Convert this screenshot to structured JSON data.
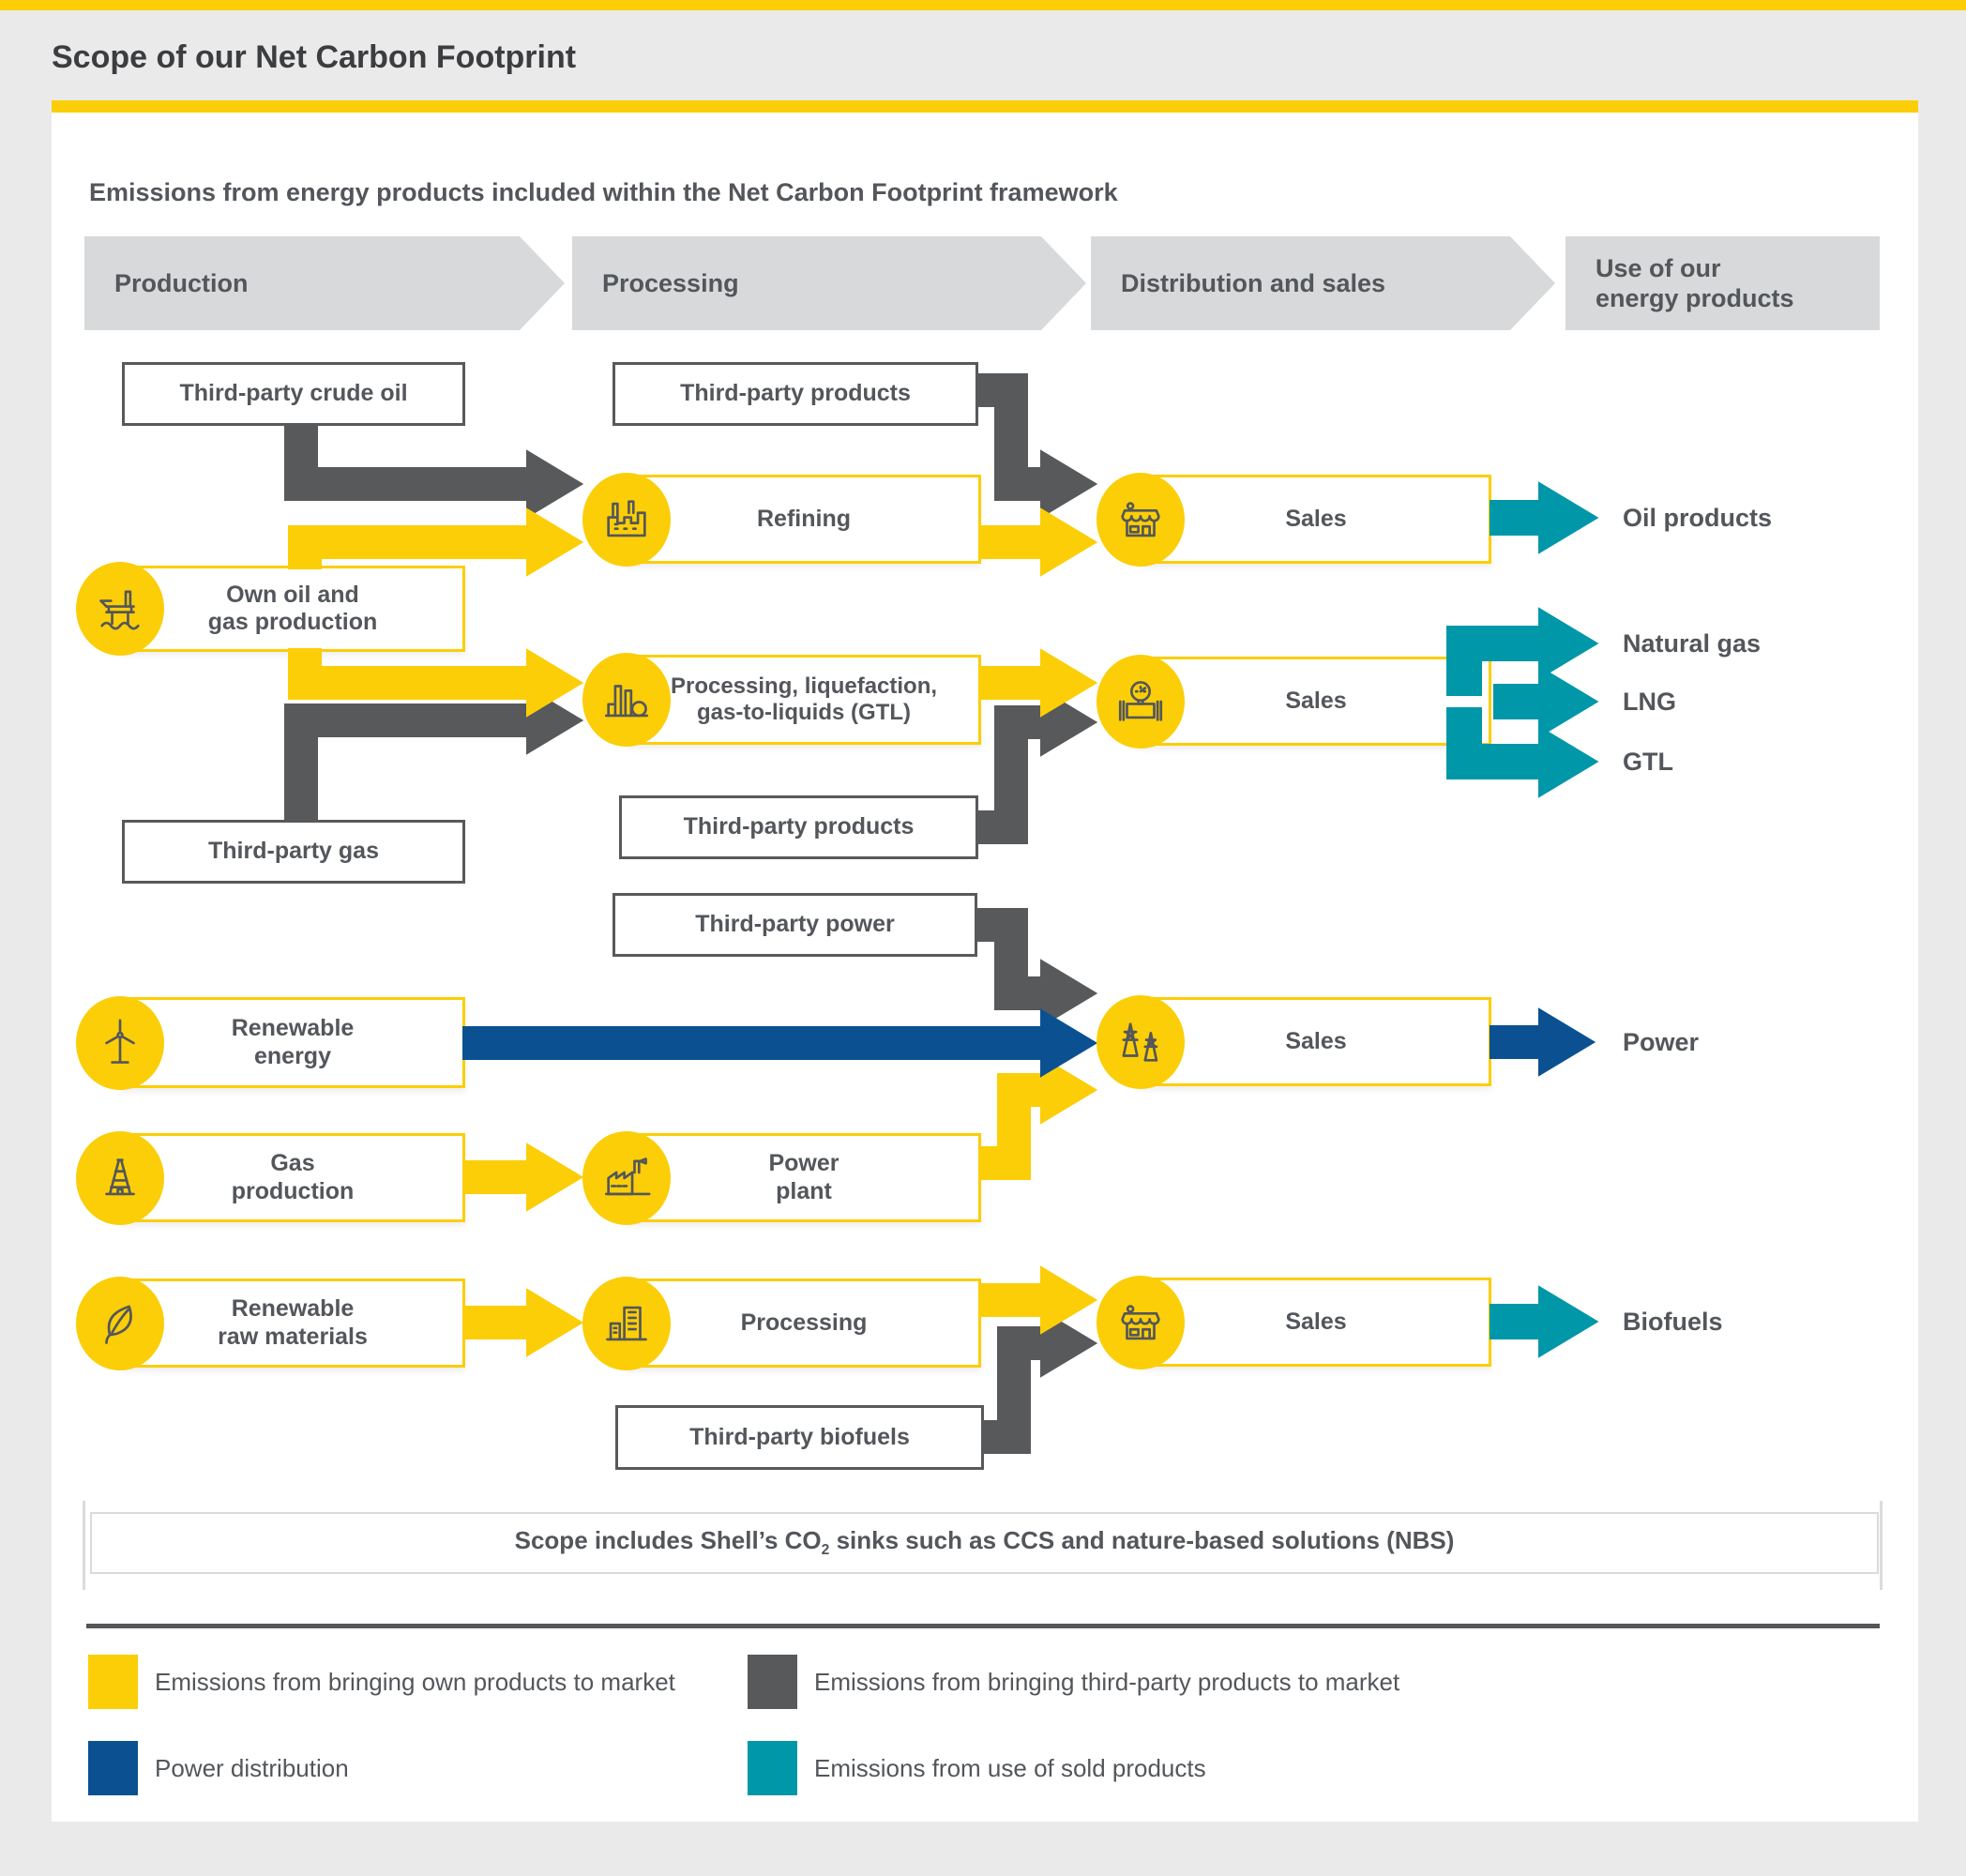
{
  "header": {
    "title": "Scope of our Net Carbon Footprint",
    "subtitle": "Emissions from energy products included within the Net Carbon Footprint framework"
  },
  "stages": [
    {
      "label": "Production"
    },
    {
      "label": "Processing"
    },
    {
      "label": "Distribution and sales"
    },
    {
      "label": "Use of our\nenergy products"
    }
  ],
  "nodes": {
    "tp_crude": {
      "label": "Third-party crude oil"
    },
    "tp_products_oil": {
      "label": "Third-party products"
    },
    "refining": {
      "label": "Refining"
    },
    "sales_oil": {
      "label": "Sales"
    },
    "own_production": {
      "label": "Own oil and\ngas production"
    },
    "processing_gtl": {
      "label": "Processing, liquefaction,\ngas-to-liquids (GTL)"
    },
    "sales_gas": {
      "label": "Sales"
    },
    "tp_gas": {
      "label": "Third-party gas"
    },
    "tp_products_gas": {
      "label": "Third-party products"
    },
    "tp_power": {
      "label": "Third-party power"
    },
    "renewable_energy": {
      "label": "Renewable\nenergy"
    },
    "sales_power": {
      "label": "Sales"
    },
    "gas_production": {
      "label": "Gas\nproduction"
    },
    "power_plant": {
      "label": "Power\nplant"
    },
    "renewable_raw": {
      "label": "Renewable\nraw materials"
    },
    "processing_bio": {
      "label": "Processing"
    },
    "sales_bio": {
      "label": "Sales"
    },
    "tp_biofuels": {
      "label": "Third-party biofuels"
    }
  },
  "outputs": {
    "oil_products": "Oil products",
    "natural_gas": "Natural gas",
    "lng": "LNG",
    "gtl": "GTL",
    "power": "Power",
    "biofuels": "Biofuels"
  },
  "scope_note": {
    "pre": "Scope includes Shell’s CO",
    "sub": "2",
    "post": " sinks such as CCS and nature-based solutions (NBS)"
  },
  "legend": [
    {
      "color": "#FBCE07",
      "label": "Emissions from bringing own products to market"
    },
    {
      "color": "#58595B",
      "label": "Emissions from bringing third-party products to market"
    },
    {
      "color": "#0B5191",
      "label": "Power distribution"
    },
    {
      "color": "#0097A9",
      "label": "Emissions from use of sold products"
    }
  ],
  "icons": {
    "own_production": "oil-platform-icon",
    "refining": "refinery-icon",
    "sales_oil": "storefront-icon",
    "processing_gtl": "gas-plant-icon",
    "sales_gas": "pipeline-gauge-icon",
    "renewable_energy": "wind-turbine-icon",
    "sales_power": "power-pylon-icon",
    "gas_production": "drilling-derrick-icon",
    "power_plant": "factory-icon",
    "renewable_raw": "leaf-icon",
    "processing_bio": "buildings-icon",
    "sales_bio": "storefront-icon"
  },
  "colors": {
    "accent_yellow": "#FBCE07",
    "third_party_gray": "#58595B",
    "power_blue": "#0B5191",
    "sold_products_teal": "#0097A9"
  }
}
